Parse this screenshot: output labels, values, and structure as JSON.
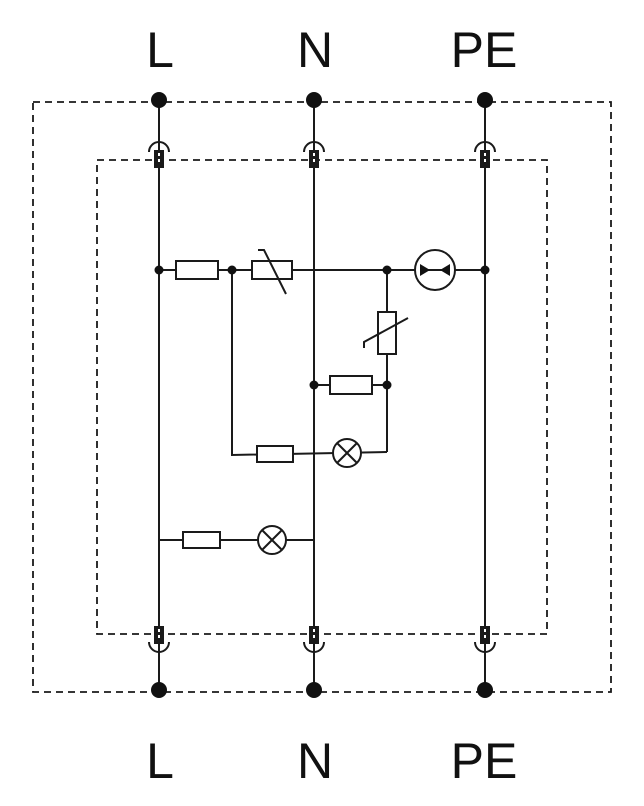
{
  "labels": {
    "top": [
      "L",
      "N",
      "PE"
    ],
    "bottom": [
      "L",
      "N",
      "PE"
    ]
  }
}
